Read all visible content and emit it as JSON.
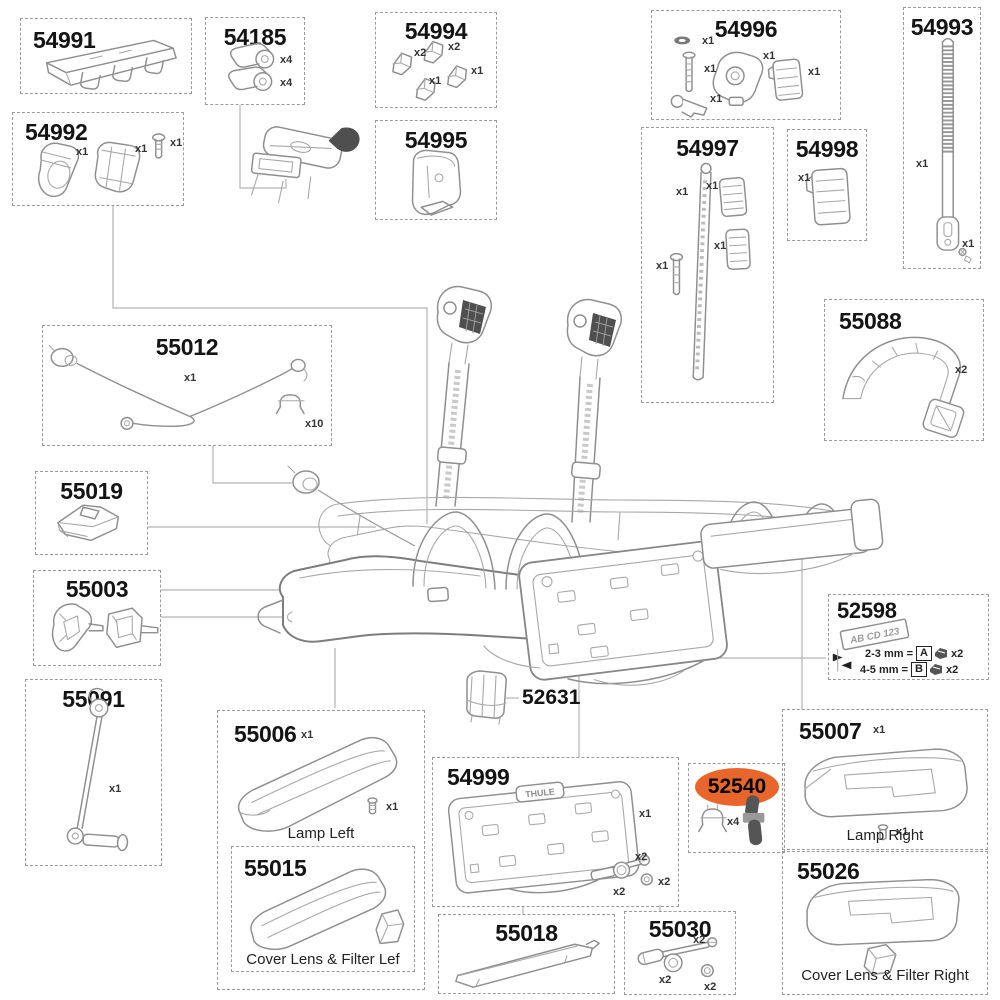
{
  "page": {
    "background": "#ffffff",
    "highlight_color": "#E8662C"
  },
  "parts": {
    "p54991": {
      "number": "54991"
    },
    "p54185": {
      "number": "54185",
      "qty": [
        "x4",
        "x4"
      ]
    },
    "p54994": {
      "number": "54994",
      "qty": [
        "x2",
        "x2",
        "x1",
        "x1"
      ]
    },
    "p54996": {
      "number": "54996",
      "qty": [
        "x1",
        "x1",
        "x1",
        "x1",
        "x1"
      ]
    },
    "p54993": {
      "number": "54993",
      "qty": [
        "x1",
        "x1"
      ]
    },
    "p54992": {
      "number": "54992",
      "qty": [
        "x1",
        "x1",
        "x1"
      ]
    },
    "p54995": {
      "number": "54995"
    },
    "p54997": {
      "number": "54997",
      "qty": [
        "x1",
        "x1",
        "x1",
        "x1"
      ]
    },
    "p54998": {
      "number": "54998",
      "qty": [
        "x1"
      ]
    },
    "p55088": {
      "number": "55088",
      "qty": [
        "x2"
      ]
    },
    "p55012": {
      "number": "55012",
      "qty": [
        "x1",
        "x10"
      ]
    },
    "p55019": {
      "number": "55019"
    },
    "p55003": {
      "number": "55003"
    },
    "p52598": {
      "number": "52598",
      "plate_text": "AB CD 123",
      "rows": [
        {
          "label": "2-3 mm =",
          "code": "A",
          "qty": "x2"
        },
        {
          "label": "4-5 mm =",
          "code": "B",
          "qty": "x2"
        }
      ]
    },
    "p55091": {
      "number": "55091",
      "qty": [
        "x1"
      ]
    },
    "p55006": {
      "number": "55006",
      "qty": [
        "x1",
        "x1"
      ],
      "caption": "Lamp Left"
    },
    "p55015": {
      "number": "55015",
      "caption": "Cover Lens & Filter Lef"
    },
    "p52631": {
      "number": "52631"
    },
    "p54999": {
      "number": "54999",
      "qty": [
        "x1",
        "x2",
        "x2",
        "x2"
      ],
      "plate_logo": "THULE"
    },
    "p52540": {
      "number": "52540",
      "qty": [
        "x4"
      ]
    },
    "p55007": {
      "number": "55007",
      "qty": [
        "x1",
        "x1"
      ],
      "caption": "Lamp Right"
    },
    "p55026": {
      "number": "55026",
      "caption": "Cover Lens & Filter Right"
    },
    "p55018": {
      "number": "55018"
    },
    "p55030": {
      "number": "55030",
      "qty": [
        "x2",
        "x2",
        "x2"
      ]
    }
  }
}
